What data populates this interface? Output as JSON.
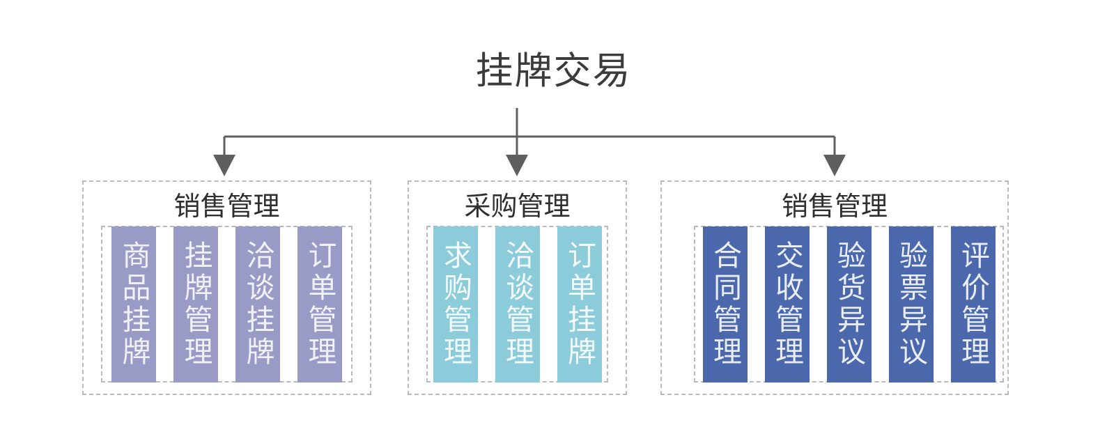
{
  "diagram": {
    "root": {
      "title": "挂牌交易"
    },
    "connector": {
      "line_color": "#5e5e5e",
      "style": "elbow-arrows-down"
    },
    "groups": [
      {
        "title": "销售管理",
        "color": "#9a9ac7",
        "text_color": "#eff1f4",
        "items": [
          {
            "label": "商品挂牌"
          },
          {
            "label": "挂牌管理"
          },
          {
            "label": "洽谈挂牌"
          },
          {
            "label": "订单管理"
          }
        ]
      },
      {
        "title": "采购管理",
        "color": "#8ccbd9",
        "text_color": "#f3fafc",
        "items": [
          {
            "label": "求购管理"
          },
          {
            "label": "洽谈管理"
          },
          {
            "label": "订单挂牌"
          }
        ]
      },
      {
        "title": "销售管理",
        "color": "#4a68ab",
        "text_color": "#e9ecf3",
        "items": [
          {
            "label": "合同管理"
          },
          {
            "label": "交收管理"
          },
          {
            "label": "验货异议"
          },
          {
            "label": "验票异议"
          },
          {
            "label": "评价管理"
          }
        ]
      }
    ]
  }
}
